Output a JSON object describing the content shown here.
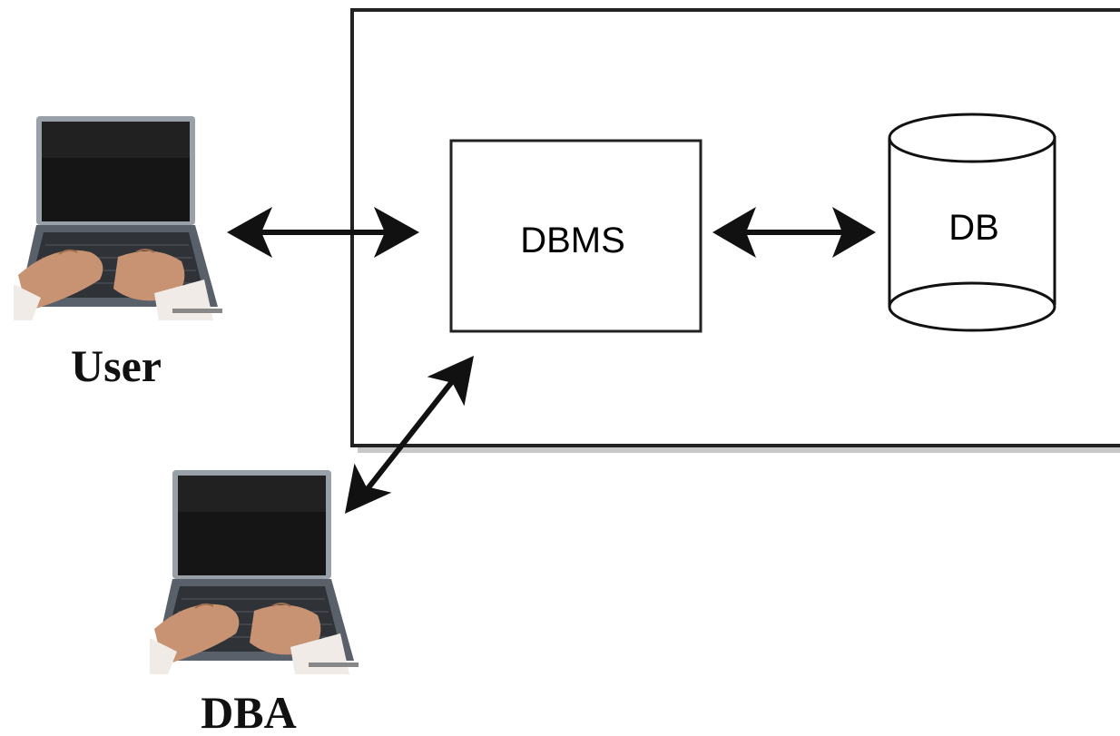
{
  "actors": {
    "user": {
      "label": "User",
      "icon": "laptop-typing-icon"
    },
    "dba": {
      "label": "DBA",
      "icon": "laptop-typing-icon"
    }
  },
  "system": {
    "dbms": {
      "label": "DBMS"
    },
    "db": {
      "label": "DB",
      "icon": "database-cylinder-icon"
    }
  },
  "colors": {
    "line": "#111111",
    "container_border": "#222222",
    "container_shadow": "#c8c8c8",
    "laptop_screen": "#1a1a1a",
    "laptop_body": "#4a4f57",
    "skin": "#c89372"
  }
}
